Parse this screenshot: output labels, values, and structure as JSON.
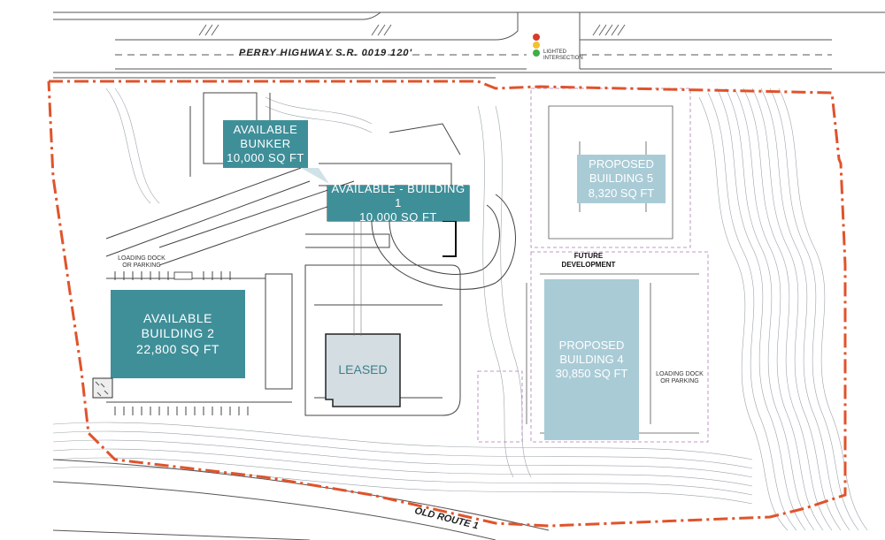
{
  "roads": {
    "perry_highway": "PERRY HIGHWAY S.R. 0019  120'",
    "old_route": "OLD ROUTE 1"
  },
  "signal": {
    "label_line1": "LIGHTED",
    "label_line2": "INTERSECTION",
    "colors": {
      "red": "#d93a2b",
      "yellow": "#f2c12e",
      "green": "#3fae49"
    }
  },
  "parcels": {
    "bunker": {
      "line1": "AVAILABLE",
      "line2": "BUNKER",
      "line3": "10,000 SQ FT"
    },
    "building1": {
      "line1": "AVAILABLE - BUILDING 1",
      "line2": "10,000 SQ FT"
    },
    "building2": {
      "line1": "AVAILABLE",
      "line2": "BUILDING 2",
      "line3": "22,800 SQ FT"
    },
    "leased": {
      "line1": "LEASED"
    },
    "building5": {
      "line1": "PROPOSED",
      "line2": "BUILDING 5",
      "line3": "8,320 SQ FT"
    },
    "building4": {
      "line1": "PROPOSED",
      "line2": "BUILDING 4",
      "line3": "30,850 SQ FT"
    }
  },
  "annotations": {
    "future_line1": "FUTURE",
    "future_line2": "DEVELOPMENT",
    "loading_left_line1": "LOADING DOCK",
    "loading_left_line2": "OR PARKING",
    "loading_right_line1": "LOADING DOCK",
    "loading_right_line2": "OR PARKING"
  },
  "colors": {
    "available": "#3f8f99",
    "proposed": "#a9cbd6",
    "leased": "#d3dde2",
    "boundary": "#e0532b"
  }
}
